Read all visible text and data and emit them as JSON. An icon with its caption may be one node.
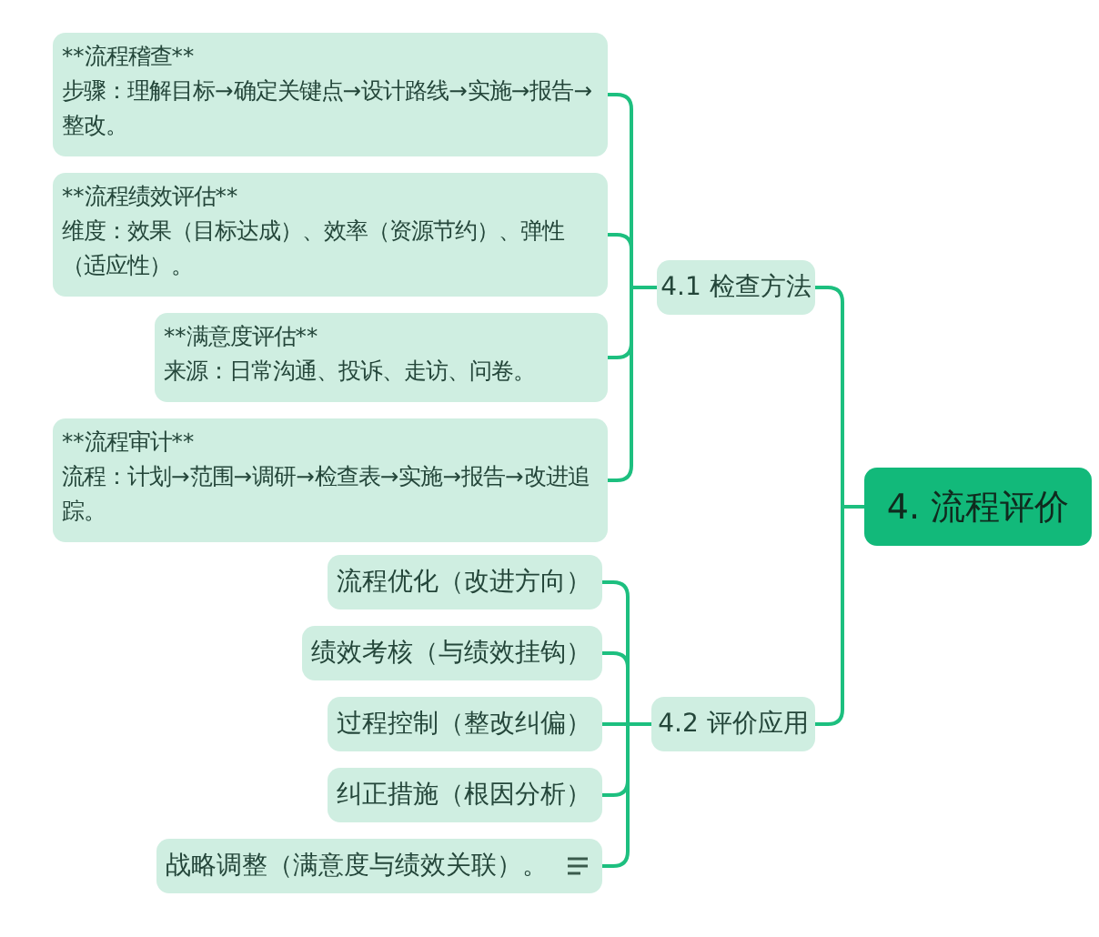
{
  "diagram": {
    "nodes": [
      {
        "text": [
          "4. 流程评价"
        ]
      },
      {
        "text": [
          "4.1 检查方法"
        ]
      },
      {
        "text": [
          "4.2 评价应用"
        ]
      },
      {
        "text": [
          "**流程稽查**",
          "步骤：理解目标→确定关键点→设计路线→实施→报告→整改。"
        ]
      },
      {
        "text": [
          "**流程绩效评估**",
          "维度：效果（目标达成）、效率（资源节约）、弹性（适应性）。"
        ]
      },
      {
        "text": [
          "**满意度评估**",
          "来源：日常沟通、投诉、走访、问卷。"
        ]
      },
      {
        "text": [
          "**流程审计**",
          "流程：计划→范围→调研→检查表→实施→报告→改进追踪。"
        ]
      },
      {
        "text": [
          "流程优化（改进方向）"
        ]
      },
      {
        "text": [
          "绩效考核（与绩效挂钩）"
        ]
      },
      {
        "text": [
          "过程控制（整改纠偏）"
        ]
      },
      {
        "text": [
          "纠正措施（根因分析）"
        ]
      },
      {
        "text": [
          "战略调整（满意度与绩效关联）。"
        ]
      }
    ],
    "edges": [
      {
        "from": 0,
        "to": 1,
        "arrow": "none"
      },
      {
        "from": 0,
        "to": 2,
        "arrow": "none"
      },
      {
        "from": 1,
        "to": 3,
        "arrow": "none"
      },
      {
        "from": 1,
        "to": 4,
        "arrow": "none"
      },
      {
        "from": 1,
        "to": 5,
        "arrow": "none"
      },
      {
        "from": 1,
        "to": 6,
        "arrow": "none"
      },
      {
        "from": 2,
        "to": 7,
        "arrow": "none"
      },
      {
        "from": 2,
        "to": 8,
        "arrow": "none"
      },
      {
        "from": 2,
        "to": 9,
        "arrow": "none"
      },
      {
        "from": 2,
        "to": 10,
        "arrow": "none"
      },
      {
        "from": 2,
        "to": 11,
        "arrow": "none"
      }
    ]
  }
}
